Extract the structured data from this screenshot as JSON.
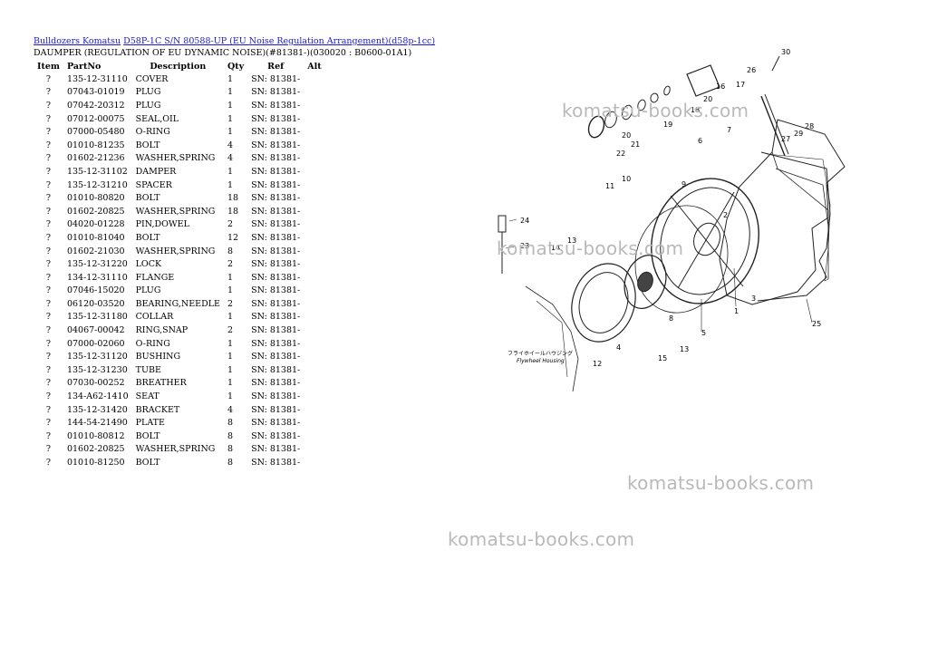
{
  "header": {
    "crumb_1": "Bulldozers Komatsu",
    "crumb_2": "D58P-1C S/N 80588-UP (EU Noise Regulation Arrangement)(d58p-1cc)",
    "subtitle": "DAUMPER (REGULATION OF EU DYNAMIC NOISE)(#81381-)(030020 : B0600-01A1)"
  },
  "table": {
    "columns": [
      "Item",
      "PartNo",
      "Description",
      "Qty",
      "Ref",
      "Alt"
    ],
    "rows": [
      [
        "?",
        "135-12-31110",
        "COVER",
        "1",
        "SN: 81381-",
        ""
      ],
      [
        "?",
        "07043-01019",
        "PLUG",
        "1",
        "SN: 81381-",
        ""
      ],
      [
        "?",
        "07042-20312",
        "PLUG",
        "1",
        "SN: 81381-",
        ""
      ],
      [
        "?",
        "07012-00075",
        "SEAL,OIL",
        "1",
        "SN: 81381-",
        ""
      ],
      [
        "?",
        "07000-05480",
        "O-RING",
        "1",
        "SN: 81381-",
        ""
      ],
      [
        "?",
        "01010-81235",
        "BOLT",
        "4",
        "SN: 81381-",
        ""
      ],
      [
        "?",
        "01602-21236",
        "WASHER,SPRING",
        "4",
        "SN: 81381-",
        ""
      ],
      [
        "?",
        "135-12-31102",
        "DAMPER",
        "1",
        "SN: 81381-",
        ""
      ],
      [
        "?",
        "135-12-31210",
        "SPACER",
        "1",
        "SN: 81381-",
        ""
      ],
      [
        "?",
        "01010-80820",
        "BOLT",
        "18",
        "SN: 81381-",
        ""
      ],
      [
        "?",
        "01602-20825",
        "WASHER,SPRING",
        "18",
        "SN: 81381-",
        ""
      ],
      [
        "?",
        "04020-01228",
        "PIN,DOWEL",
        "2",
        "SN: 81381-",
        ""
      ],
      [
        "?",
        "01010-81040",
        "BOLT",
        "12",
        "SN: 81381-",
        ""
      ],
      [
        "?",
        "01602-21030",
        "WASHER,SPRING",
        "8",
        "SN: 81381-",
        ""
      ],
      [
        "?",
        "135-12-31220",
        "LOCK",
        "2",
        "SN: 81381-",
        ""
      ],
      [
        "?",
        "134-12-31110",
        "FLANGE",
        "1",
        "SN: 81381-",
        ""
      ],
      [
        "?",
        "07046-15020",
        "PLUG",
        "1",
        "SN: 81381-",
        ""
      ],
      [
        "?",
        "06120-03520",
        "BEARING,NEEDLE",
        "2",
        "SN: 81381-",
        ""
      ],
      [
        "?",
        "135-12-31180",
        "COLLAR",
        "1",
        "SN: 81381-",
        ""
      ],
      [
        "?",
        "04067-00042",
        "RING,SNAP",
        "2",
        "SN: 81381-",
        ""
      ],
      [
        "?",
        "07000-02060",
        "O-RING",
        "1",
        "SN: 81381-",
        ""
      ],
      [
        "?",
        "135-12-31120",
        "BUSHING",
        "1",
        "SN: 81381-",
        ""
      ],
      [
        "?",
        "135-12-31230",
        "TUBE",
        "1",
        "SN: 81381-",
        ""
      ],
      [
        "?",
        "07030-00252",
        "BREATHER",
        "1",
        "SN: 81381-",
        ""
      ],
      [
        "?",
        "134-A62-1410",
        "SEAT",
        "1",
        "SN: 81381-",
        ""
      ],
      [
        "?",
        "135-12-31420",
        "BRACKET",
        "4",
        "SN: 81381-",
        ""
      ],
      [
        "?",
        "144-54-21490",
        "PLATE",
        "8",
        "SN: 81381-",
        ""
      ],
      [
        "?",
        "01010-80812",
        "BOLT",
        "8",
        "SN: 81381-",
        ""
      ],
      [
        "?",
        "01602-20825",
        "WASHER,SPRING",
        "8",
        "SN: 81381-",
        ""
      ],
      [
        "?",
        "01010-81250",
        "BOLT",
        "8",
        "SN: 81381-",
        ""
      ]
    ]
  },
  "diagram": {
    "callouts": [
      "1",
      "2",
      "3",
      "4",
      "5",
      "6",
      "7",
      "8",
      "9",
      "10",
      "11",
      "12",
      "13",
      "14",
      "15",
      "16",
      "17",
      "18",
      "19",
      "20",
      "21",
      "22",
      "23",
      "24",
      "25",
      "26",
      "27",
      "28",
      "29",
      "30"
    ],
    "caption_1": "フライホイールハウジング",
    "caption_2": "Flywheel Housing"
  },
  "watermarks": [
    "komatsu-books.com",
    "komatsu-books.com",
    "komatsu-books.com",
    "komatsu-books.com"
  ]
}
